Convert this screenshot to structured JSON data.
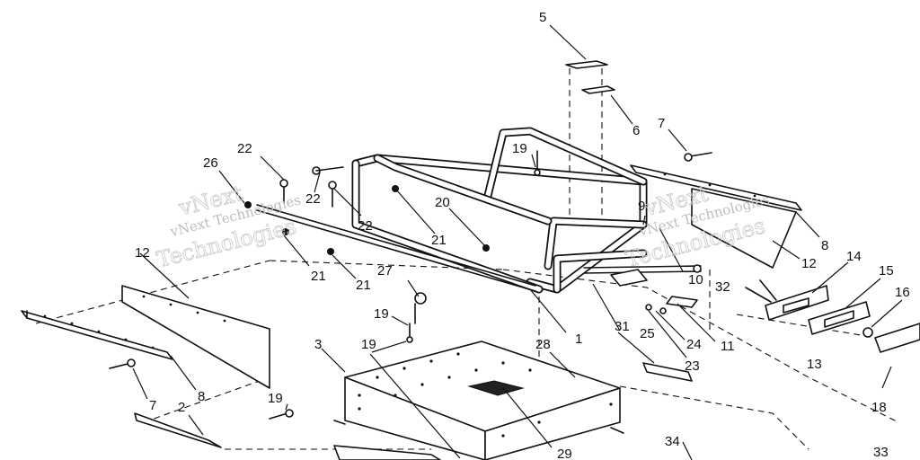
{
  "watermarks": [
    {
      "line1": "vNext Technologies",
      "line2": "Technologies",
      "big": "vNext"
    },
    {
      "line1": "vNext Technologies",
      "line2": "Technologies",
      "big": "vNext"
    }
  ],
  "callouts": {
    "c1": "1",
    "c2": "2",
    "c3": "3",
    "c5": "5",
    "c6": "6",
    "c7a": "7",
    "c7b": "7",
    "c8a": "8",
    "c8b": "8",
    "c9": "9",
    "c10": "10",
    "c11": "11",
    "c12a": "12",
    "c12b": "12",
    "c13": "13",
    "c14": "14",
    "c15": "15",
    "c16": "16",
    "c18": "18",
    "c19a": "19",
    "c19b": "19",
    "c19c": "19",
    "c19d": "19",
    "c20": "20",
    "c21a": "21",
    "c21b": "21",
    "c21c": "21",
    "c22a": "22",
    "c22b": "22",
    "c22c": "22",
    "c23": "23",
    "c24": "24",
    "c25": "25",
    "c26": "26",
    "c27": "27",
    "c28": "28",
    "c29": "29",
    "c31": "31",
    "c32": "32",
    "c33": "33",
    "c34": "34"
  }
}
